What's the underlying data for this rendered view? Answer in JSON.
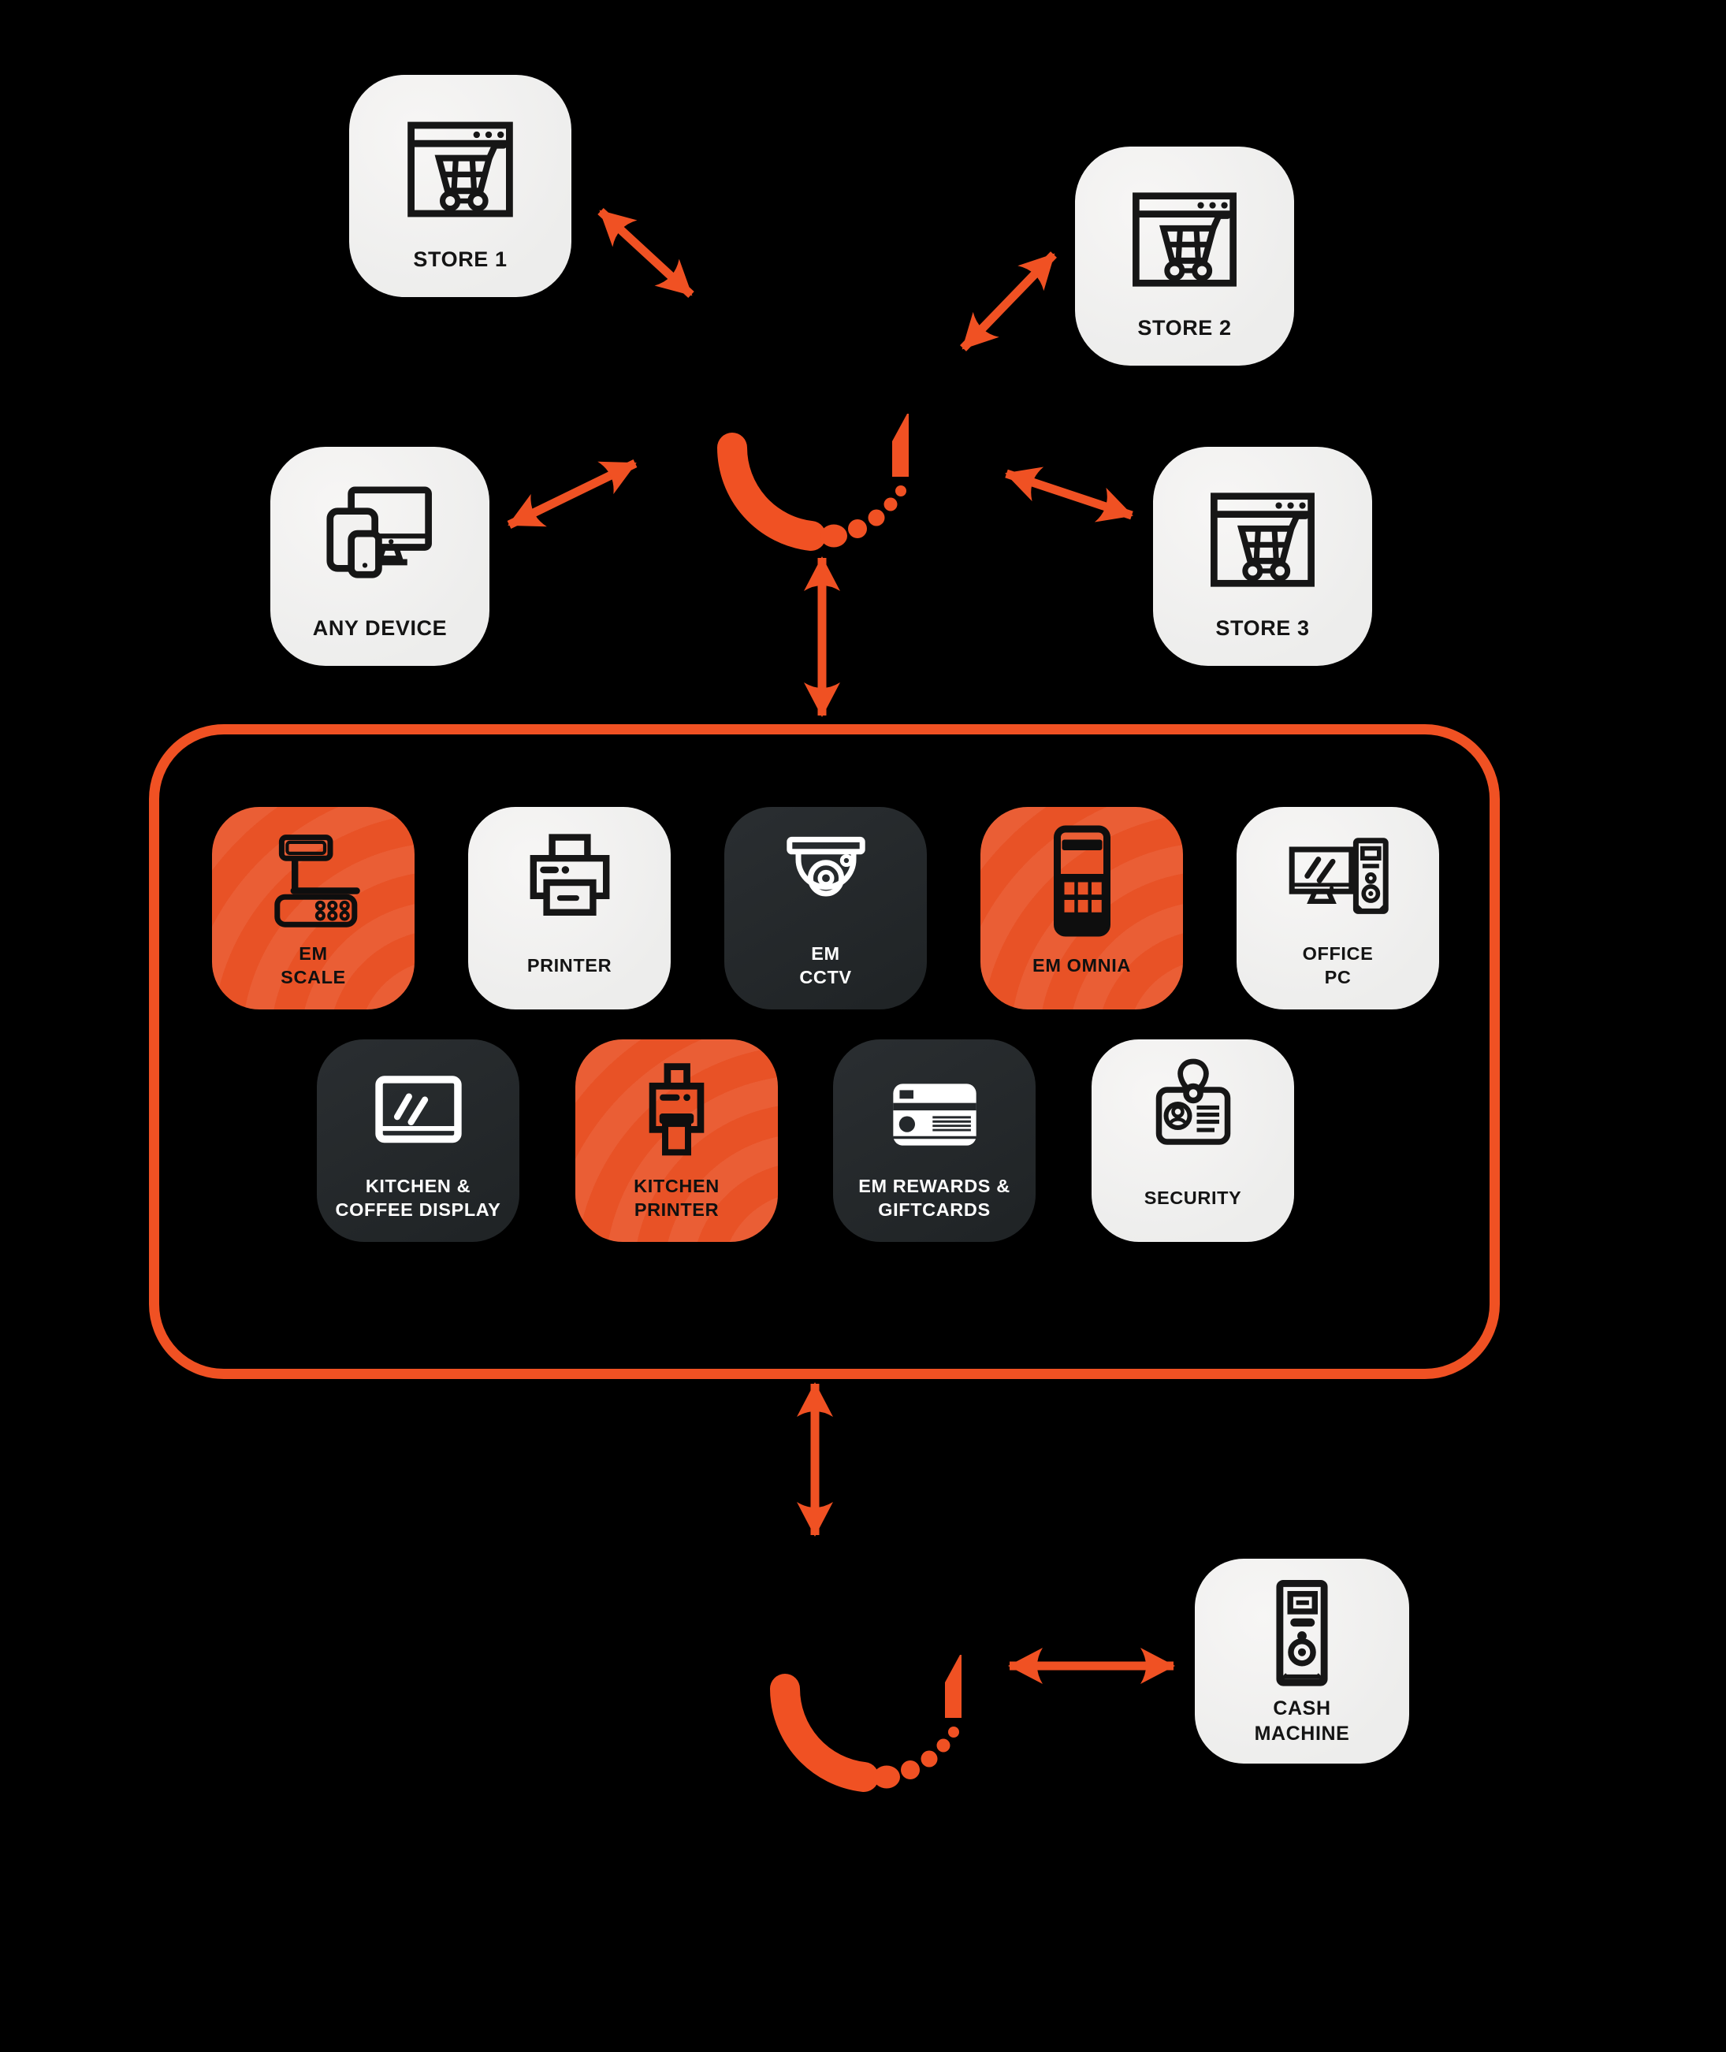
{
  "diagram": {
    "title_hint": "POS ecosystem connection diagram",
    "colors": {
      "background": "#000000",
      "accent_orange": "#F05123",
      "tile_orange": "#E85226",
      "tile_dark": "#23272A",
      "tile_light": "#F1F0EF",
      "icon_black": "#161616",
      "icon_white": "#FFFFFF"
    },
    "outer_nodes": {
      "store1": {
        "label": "STORE 1",
        "icon": "browser-cart-icon"
      },
      "store2": {
        "label": "STORE 2",
        "icon": "browser-cart-icon"
      },
      "any_device": {
        "label": "ANY DEVICE",
        "icon": "devices-icon"
      },
      "store3": {
        "label": "STORE 3",
        "icon": "browser-cart-icon"
      }
    },
    "hub_logo": {
      "name": "brand-swoosh-logo",
      "color": "#F05123"
    },
    "hub_tiles_row1": [
      {
        "label": "EM\nSCALE",
        "variant": "orange",
        "icon": "scale-icon"
      },
      {
        "label": "PRINTER",
        "variant": "light",
        "icon": "printer-icon"
      },
      {
        "label": "EM\nCCTV",
        "variant": "dark",
        "icon": "cctv-camera-icon"
      },
      {
        "label": "EM OMNIA",
        "variant": "orange",
        "icon": "payment-terminal-icon"
      },
      {
        "label": "OFFICE\nPC",
        "variant": "light",
        "icon": "desktop-pc-icon"
      }
    ],
    "hub_tiles_row2": [
      {
        "label": "KITCHEN &\nCOFFEE DISPLAY",
        "variant": "dark",
        "icon": "kitchen-display-icon"
      },
      {
        "label": "KITCHEN\nPRINTER",
        "variant": "orange",
        "icon": "kitchen-printer-icon"
      },
      {
        "label": "EM REWARDS &\nGIFTCARDS",
        "variant": "dark",
        "icon": "giftcard-icon"
      },
      {
        "label": "SECURITY",
        "variant": "light",
        "icon": "id-badge-icon"
      }
    ],
    "bottom_nodes": {
      "cash_machine": {
        "label": "CASH\nMACHINE",
        "icon": "cash-machine-icon"
      }
    },
    "connections": [
      "store1-hub",
      "store2-hub",
      "any-device-hub",
      "store3-hub",
      "hub-peripherals-box",
      "peripherals-box-bottom-hub",
      "bottom-hub-cash-machine"
    ]
  }
}
